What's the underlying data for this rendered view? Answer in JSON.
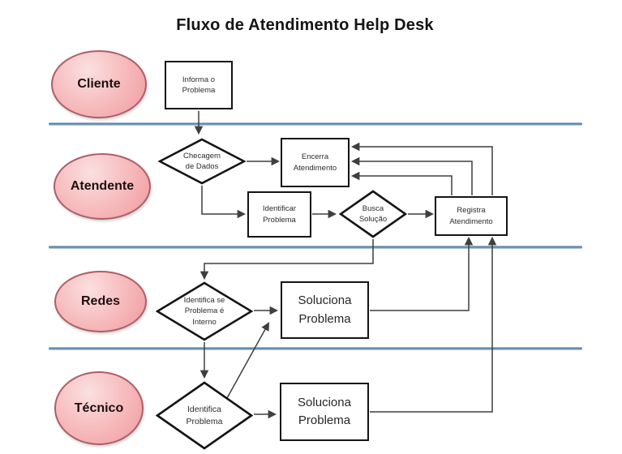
{
  "title": "Fluxo de Atendimento Help Desk",
  "lanes": [
    {
      "label": "Cliente"
    },
    {
      "label": "Atendente"
    },
    {
      "label": "Redes"
    },
    {
      "label": "Técnico"
    }
  ],
  "nodes": {
    "informa_o_problema": {
      "type": "process",
      "lane": "Cliente",
      "label": "Informa o\nProblema"
    },
    "checagem_de_dados": {
      "type": "decision",
      "lane": "Atendente",
      "label": "Checagem\nde Dados"
    },
    "encerra_atendimento": {
      "type": "process",
      "lane": "Atendente",
      "label": "Encerra\nAtendimento"
    },
    "identificar_problema": {
      "type": "process",
      "lane": "Atendente",
      "label": "Identificar\nProblema"
    },
    "busca_solucao": {
      "type": "decision",
      "lane": "Atendente",
      "label": "Busca\nSolução"
    },
    "registra_atendimento": {
      "type": "process",
      "lane": "Atendente",
      "label": "Registra\nAtendimento"
    },
    "identifica_se_problema_e_interno": {
      "type": "decision",
      "lane": "Redes",
      "label": "Identifica se\nProblema é\nInterno"
    },
    "soluciona_problema_redes": {
      "type": "process",
      "lane": "Redes",
      "label": "Soluciona\nProblema"
    },
    "identifica_problema": {
      "type": "decision",
      "lane": "Técnico",
      "label": "Identifica\nProblema"
    },
    "soluciona_problema_tecnico": {
      "type": "process",
      "lane": "Técnico",
      "label": "Soluciona\nProblema"
    }
  },
  "edges": [
    {
      "from": "informa_o_problema",
      "to": "checagem_de_dados"
    },
    {
      "from": "checagem_de_dados",
      "to": "encerra_atendimento"
    },
    {
      "from": "checagem_de_dados",
      "to": "identificar_problema"
    },
    {
      "from": "identificar_problema",
      "to": "busca_solucao"
    },
    {
      "from": "busca_solucao",
      "to": "registra_atendimento"
    },
    {
      "from": "busca_solucao",
      "to": "identifica_se_problema_e_interno"
    },
    {
      "from": "identifica_se_problema_e_interno",
      "to": "soluciona_problema_redes"
    },
    {
      "from": "identifica_se_problema_e_interno",
      "to": "identifica_problema"
    },
    {
      "from": "identifica_problema",
      "to": "soluciona_problema_tecnico"
    },
    {
      "from": "identifica_problema",
      "to": "soluciona_problema_redes"
    },
    {
      "from": "soluciona_problema_redes",
      "to": "registra_atendimento"
    },
    {
      "from": "soluciona_problema_tecnico",
      "to": "registra_atendimento"
    },
    {
      "from": "registra_atendimento",
      "to": "encerra_atendimento"
    },
    {
      "from": "registra_atendimento",
      "to": "encerra_atendimento"
    },
    {
      "from": "registra_atendimento",
      "to": "encerra_atendimento"
    }
  ],
  "colors": {
    "lane_divider": "#567a9f",
    "ellipse_fill": "#f7bfc1",
    "ellipse_border": "#ad5f68",
    "shape_border": "#141414",
    "connector": "#3f3f3f",
    "title": "#141414"
  }
}
